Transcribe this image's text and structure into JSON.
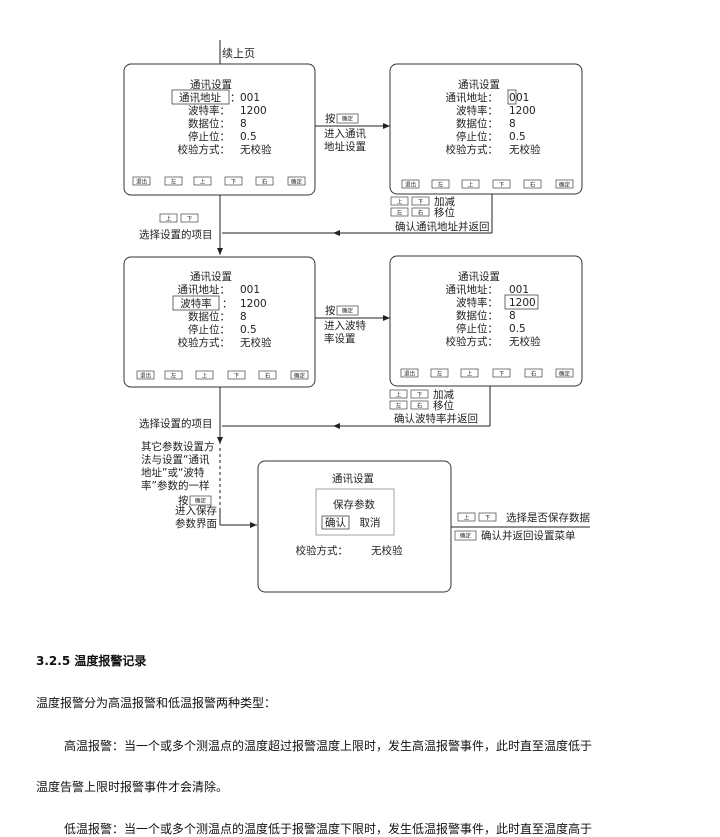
{
  "diagram": {
    "continued_label": "续上页",
    "menu_title": "通讯设置",
    "fields": [
      {
        "label": "通讯地址：",
        "value": "001"
      },
      {
        "label": "波特率：",
        "value": "1200"
      },
      {
        "label": "数据位：",
        "value": "8"
      },
      {
        "label": "停止位：",
        "value": "0.5"
      },
      {
        "label": "校验方式：",
        "value": "无校验"
      }
    ],
    "screen1_selected_label": "通讯地址",
    "screen3_selected_label": "波特率",
    "screen4_selected_value": "1200",
    "address_first_digit": "0",
    "address_rest_digits": "01",
    "buttons": [
      "退出",
      "左",
      "上",
      "下",
      "右",
      "确定"
    ],
    "key_up": "上",
    "key_down": "下",
    "key_left": "左",
    "key_right": "右",
    "key_ok": "确定",
    "press_label": "按",
    "enter_address_line1": "进入通讯",
    "enter_address_line2": "地址设置",
    "enter_baud_line1": "进入波特",
    "enter_baud_line2": "率设置",
    "add_sub": "加减",
    "shift": "移位",
    "confirm_address_return": "确认通讯地址并返回",
    "confirm_baud_return": "确认波特率并返回",
    "select_item": "选择设置的项目",
    "other_params": [
      "其它参数设置方",
      "法与设置“通讯",
      "地址”或“波特",
      "率”参数的一样"
    ],
    "enter_save_line1": "进入保存",
    "enter_save_line2": "参数界面",
    "save_params": "保存参数",
    "confirm": "确认",
    "cancel": "取消",
    "choose_save": "选择是否保存数据",
    "confirm_return_menu": "确认并返回设置菜单"
  },
  "document": {
    "section_heading": "3.2.5  温度报警记录",
    "intro": "温度报警分为高温报警和低温报警两种类型：",
    "high_alarm_line1": "高温报警：当一个或多个测温点的温度超过报警温度上限时，发生高温报警事件，此时直至温度低于",
    "high_alarm_line2": "温度告警上限时报警事件才会清除。",
    "low_alarm_line1": "低温报警：当一个或多个测温点的温度低于报警温度下限时，发生低温报警事件，此时直至温度高于"
  }
}
